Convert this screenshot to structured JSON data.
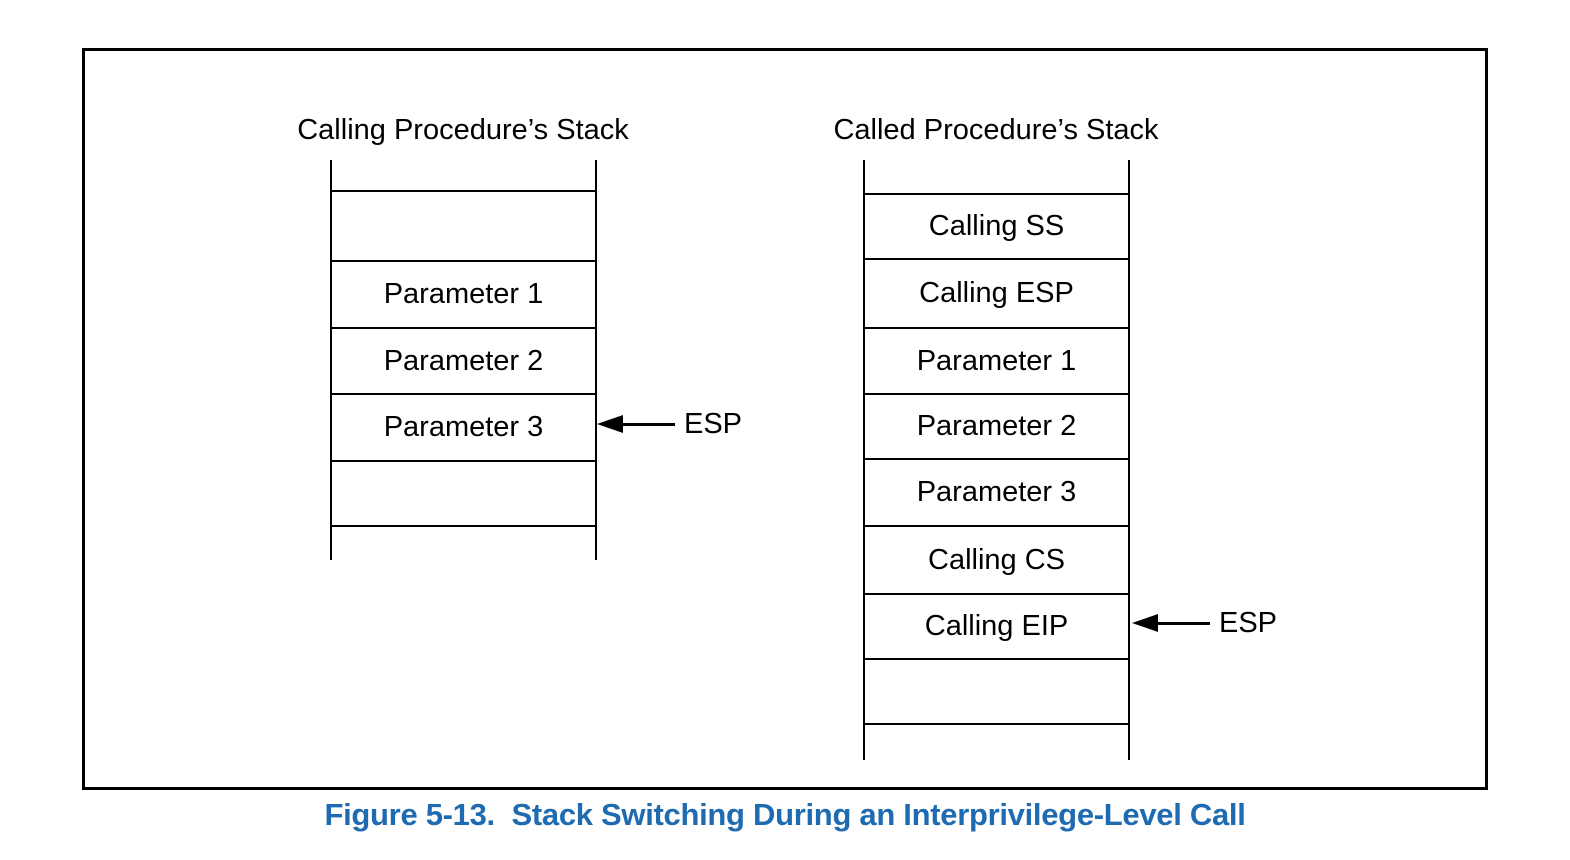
{
  "figure": {
    "caption": "Figure 5-13.  Stack Switching During an Interprivilege-Level Call"
  },
  "stacks": [
    {
      "title": "Calling Procedure’s Stack",
      "esp_label": "ESP",
      "cells": [
        "",
        "Parameter 1",
        "Parameter 2",
        "Parameter 3",
        ""
      ]
    },
    {
      "title": "Called Procedure’s Stack",
      "esp_label": "ESP",
      "cells": [
        "Calling SS",
        "Calling ESP",
        "Parameter 1",
        "Parameter 2",
        "Parameter 3",
        "Calling CS",
        "Calling EIP",
        ""
      ]
    }
  ],
  "colors": {
    "caption_blue": "#1e6bb2",
    "diagram_lines": "#000000"
  }
}
